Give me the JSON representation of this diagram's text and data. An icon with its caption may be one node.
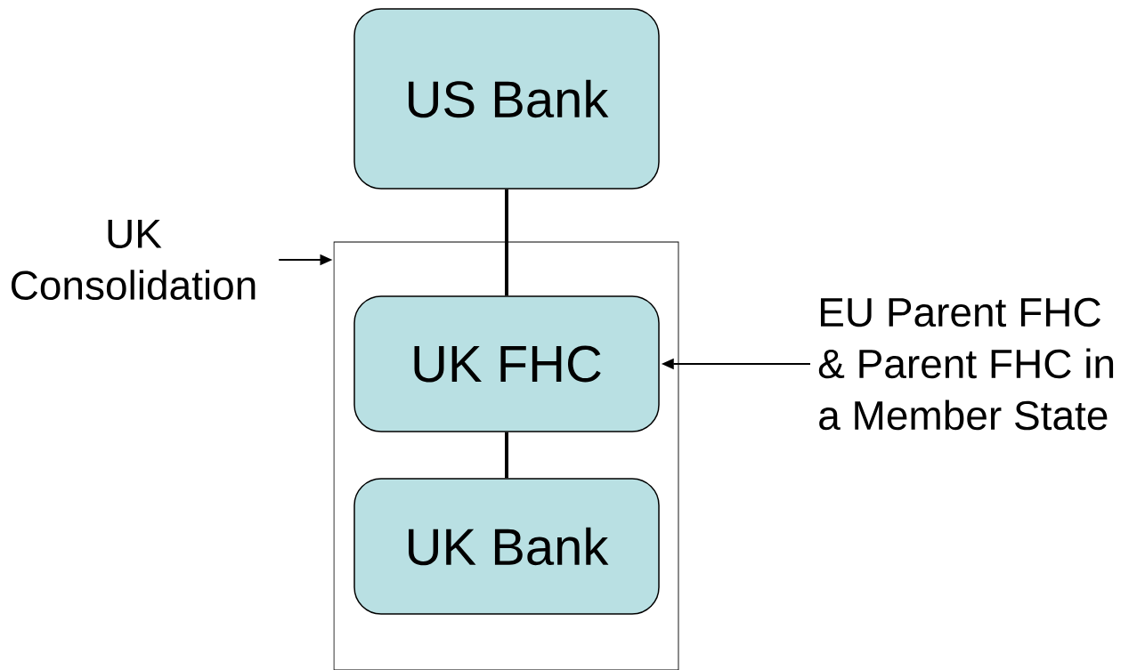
{
  "diagram": {
    "nodes": [
      {
        "text": [
          "US Bank"
        ]
      },
      {
        "text": [],
        "shape": "box"
      },
      {
        "text": [
          "UK FHC"
        ],
        "in": 1
      },
      {
        "text": [
          "UK Bank"
        ],
        "in": 1
      },
      {
        "text": [
          "EU Parent FHC & Parent FHC in a Member State"
        ]
      },
      {
        "text": [
          "UK Consolidation"
        ]
      }
    ],
    "edges": [
      {
        "from": 0,
        "to": 2,
        "arrow": "none",
        "style": "thick"
      },
      {
        "from": 2,
        "to": 3,
        "arrow": "none",
        "style": "thick"
      },
      {
        "from": 4,
        "to": 2,
        "arrow": "to"
      },
      {
        "from": 5,
        "to": 1,
        "arrow": "to"
      }
    ]
  }
}
